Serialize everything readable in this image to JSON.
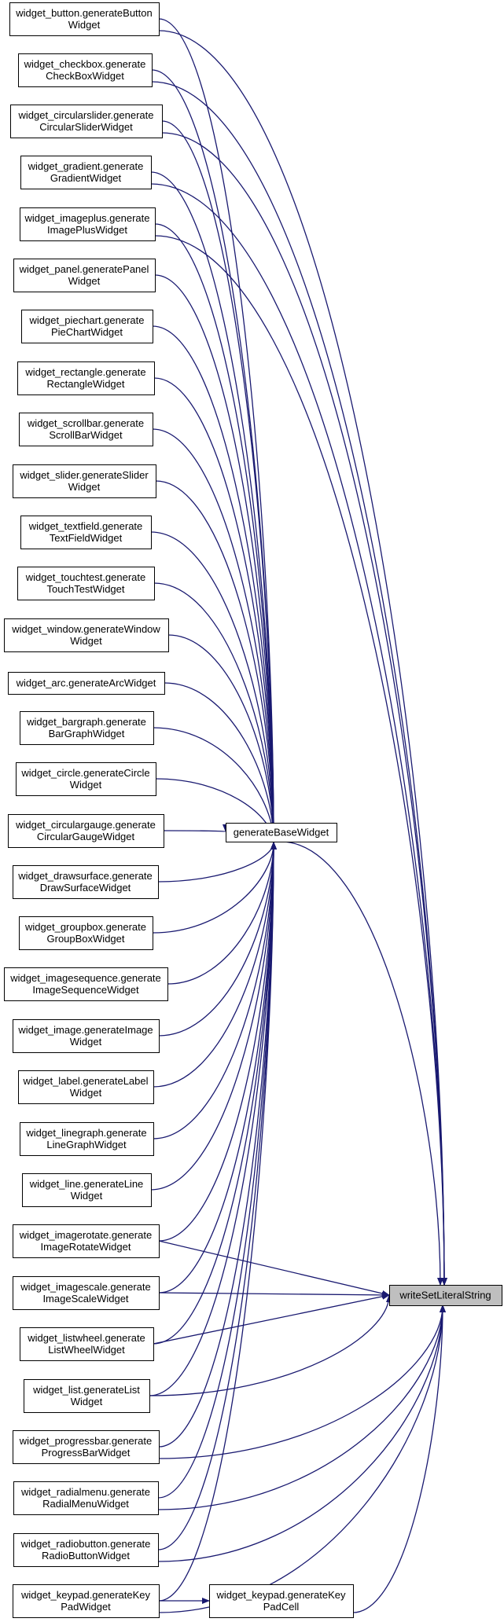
{
  "diagram": {
    "type": "call-graph",
    "colors": {
      "edge": "#191970",
      "node_border": "#000000",
      "highlight_fill": "#bfbfbf",
      "background": "#ffffff"
    },
    "nodes": [
      {
        "id": "n_button",
        "lines": [
          "widget_button.generateButton",
          "Widget"
        ]
      },
      {
        "id": "n_checkbox",
        "lines": [
          "widget_checkbox.generate",
          "CheckBoxWidget"
        ]
      },
      {
        "id": "n_circularslider",
        "lines": [
          "widget_circularslider.generate",
          "CircularSliderWidget"
        ]
      },
      {
        "id": "n_gradient",
        "lines": [
          "widget_gradient.generate",
          "GradientWidget"
        ]
      },
      {
        "id": "n_imageplus",
        "lines": [
          "widget_imageplus.generate",
          "ImagePlusWidget"
        ]
      },
      {
        "id": "n_panel",
        "lines": [
          "widget_panel.generatePanel",
          "Widget"
        ]
      },
      {
        "id": "n_piechart",
        "lines": [
          "widget_piechart.generate",
          "PieChartWidget"
        ]
      },
      {
        "id": "n_rectangle",
        "lines": [
          "widget_rectangle.generate",
          "RectangleWidget"
        ]
      },
      {
        "id": "n_scrollbar",
        "lines": [
          "widget_scrollbar.generate",
          "ScrollBarWidget"
        ]
      },
      {
        "id": "n_slider",
        "lines": [
          "widget_slider.generateSlider",
          "Widget"
        ]
      },
      {
        "id": "n_textfield",
        "lines": [
          "widget_textfield.generate",
          "TextFieldWidget"
        ]
      },
      {
        "id": "n_touchtest",
        "lines": [
          "widget_touchtest.generate",
          "TouchTestWidget"
        ]
      },
      {
        "id": "n_window",
        "lines": [
          "widget_window.generateWindow",
          "Widget"
        ]
      },
      {
        "id": "n_arc",
        "lines": [
          "widget_arc.generateArcWidget"
        ]
      },
      {
        "id": "n_bargraph",
        "lines": [
          "widget_bargraph.generate",
          "BarGraphWidget"
        ]
      },
      {
        "id": "n_circle",
        "lines": [
          "widget_circle.generateCircle",
          "Widget"
        ]
      },
      {
        "id": "n_circulargauge",
        "lines": [
          "widget_circulargauge.generate",
          "CircularGaugeWidget"
        ]
      },
      {
        "id": "n_drawsurface",
        "lines": [
          "widget_drawsurface.generate",
          "DrawSurfaceWidget"
        ]
      },
      {
        "id": "n_groupbox",
        "lines": [
          "widget_groupbox.generate",
          "GroupBoxWidget"
        ]
      },
      {
        "id": "n_imagesequence",
        "lines": [
          "widget_imagesequence.generate",
          "ImageSequenceWidget"
        ]
      },
      {
        "id": "n_image",
        "lines": [
          "widget_image.generateImage",
          "Widget"
        ]
      },
      {
        "id": "n_label",
        "lines": [
          "widget_label.generateLabel",
          "Widget"
        ]
      },
      {
        "id": "n_linegraph",
        "lines": [
          "widget_linegraph.generate",
          "LineGraphWidget"
        ]
      },
      {
        "id": "n_line",
        "lines": [
          "widget_line.generateLine",
          "Widget"
        ]
      },
      {
        "id": "n_imagerotate",
        "lines": [
          "widget_imagerotate.generate",
          "ImageRotateWidget"
        ]
      },
      {
        "id": "n_imagescale",
        "lines": [
          "widget_imagescale.generate",
          "ImageScaleWidget"
        ]
      },
      {
        "id": "n_listwheel",
        "lines": [
          "widget_listwheel.generate",
          "ListWheelWidget"
        ]
      },
      {
        "id": "n_list",
        "lines": [
          "widget_list.generateList",
          "Widget"
        ]
      },
      {
        "id": "n_progressbar",
        "lines": [
          "widget_progressbar.generate",
          "ProgressBarWidget"
        ]
      },
      {
        "id": "n_radialmenu",
        "lines": [
          "widget_radialmenu.generate",
          "RadialMenuWidget"
        ]
      },
      {
        "id": "n_radiobutton",
        "lines": [
          "widget_radiobutton.generate",
          "RadioButtonWidget"
        ]
      },
      {
        "id": "n_keypad",
        "lines": [
          "widget_keypad.generateKey",
          "PadWidget"
        ]
      },
      {
        "id": "n_keypadcell",
        "lines": [
          "widget_keypad.generateKey",
          "PadCell"
        ]
      },
      {
        "id": "n_base",
        "lines": [
          "generateBaseWidget"
        ]
      },
      {
        "id": "n_write",
        "lines": [
          "writeSetLiteralString"
        ],
        "highlight": true
      }
    ],
    "edges": [
      {
        "from": "n_button",
        "to": "n_base"
      },
      {
        "from": "n_checkbox",
        "to": "n_base"
      },
      {
        "from": "n_circularslider",
        "to": "n_base"
      },
      {
        "from": "n_gradient",
        "to": "n_base"
      },
      {
        "from": "n_imageplus",
        "to": "n_base"
      },
      {
        "from": "n_panel",
        "to": "n_base"
      },
      {
        "from": "n_piechart",
        "to": "n_base"
      },
      {
        "from": "n_rectangle",
        "to": "n_base"
      },
      {
        "from": "n_scrollbar",
        "to": "n_base"
      },
      {
        "from": "n_slider",
        "to": "n_base"
      },
      {
        "from": "n_textfield",
        "to": "n_base"
      },
      {
        "from": "n_touchtest",
        "to": "n_base"
      },
      {
        "from": "n_window",
        "to": "n_base"
      },
      {
        "from": "n_arc",
        "to": "n_base"
      },
      {
        "from": "n_bargraph",
        "to": "n_base"
      },
      {
        "from": "n_circle",
        "to": "n_base"
      },
      {
        "from": "n_circulargauge",
        "to": "n_base"
      },
      {
        "from": "n_drawsurface",
        "to": "n_base"
      },
      {
        "from": "n_groupbox",
        "to": "n_base"
      },
      {
        "from": "n_imagesequence",
        "to": "n_base"
      },
      {
        "from": "n_image",
        "to": "n_base"
      },
      {
        "from": "n_label",
        "to": "n_base"
      },
      {
        "from": "n_linegraph",
        "to": "n_base"
      },
      {
        "from": "n_line",
        "to": "n_base"
      },
      {
        "from": "n_imagerotate",
        "to": "n_base"
      },
      {
        "from": "n_imagescale",
        "to": "n_base"
      },
      {
        "from": "n_listwheel",
        "to": "n_base"
      },
      {
        "from": "n_list",
        "to": "n_base"
      },
      {
        "from": "n_progressbar",
        "to": "n_base"
      },
      {
        "from": "n_radialmenu",
        "to": "n_base"
      },
      {
        "from": "n_radiobutton",
        "to": "n_base"
      },
      {
        "from": "n_keypad",
        "to": "n_base"
      },
      {
        "from": "n_base",
        "to": "n_write"
      },
      {
        "from": "n_button",
        "to": "n_write"
      },
      {
        "from": "n_checkbox",
        "to": "n_write"
      },
      {
        "from": "n_circularslider",
        "to": "n_write"
      },
      {
        "from": "n_gradient",
        "to": "n_write"
      },
      {
        "from": "n_imageplus",
        "to": "n_write"
      },
      {
        "from": "n_imagerotate",
        "to": "n_write"
      },
      {
        "from": "n_imagescale",
        "to": "n_write"
      },
      {
        "from": "n_listwheel",
        "to": "n_write"
      },
      {
        "from": "n_list",
        "to": "n_write"
      },
      {
        "from": "n_progressbar",
        "to": "n_write"
      },
      {
        "from": "n_radialmenu",
        "to": "n_write"
      },
      {
        "from": "n_radiobutton",
        "to": "n_write"
      },
      {
        "from": "n_keypad",
        "to": "n_write"
      },
      {
        "from": "n_keypadcell",
        "to": "n_write"
      },
      {
        "from": "n_keypad",
        "to": "n_keypadcell"
      }
    ]
  }
}
